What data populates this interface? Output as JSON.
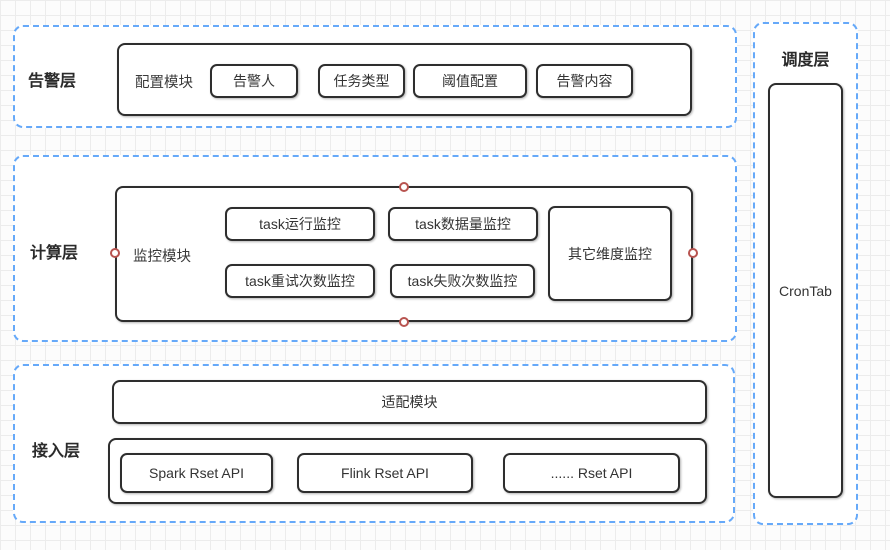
{
  "colors": {
    "dashed_border": "#66A9F9",
    "solid_border": "#2E2E2E",
    "connection_ring": "#B85450",
    "text": "#333333",
    "grid_line": "#ECECEC",
    "canvas_bg": "#FCFCFC"
  },
  "layers": {
    "alert": {
      "label": "告警层",
      "module": {
        "label": "配置模块",
        "buttons": [
          "告警人",
          "任务类型",
          "阈值配置",
          "告警内容"
        ]
      }
    },
    "compute": {
      "label": "计算层",
      "module": {
        "label": "监控模块",
        "buttons": [
          "task运行监控",
          "task数据量监控",
          "task重试次数监控",
          "task失败次数监控",
          "其它维度监控"
        ]
      }
    },
    "access": {
      "label": "接入层",
      "adapter_label": "适配模块",
      "buttons": [
        "Spark Rset API",
        "Flink Rset API",
        "...... Rset API"
      ]
    },
    "schedule": {
      "label": "调度层",
      "node_label": "CronTab"
    }
  }
}
